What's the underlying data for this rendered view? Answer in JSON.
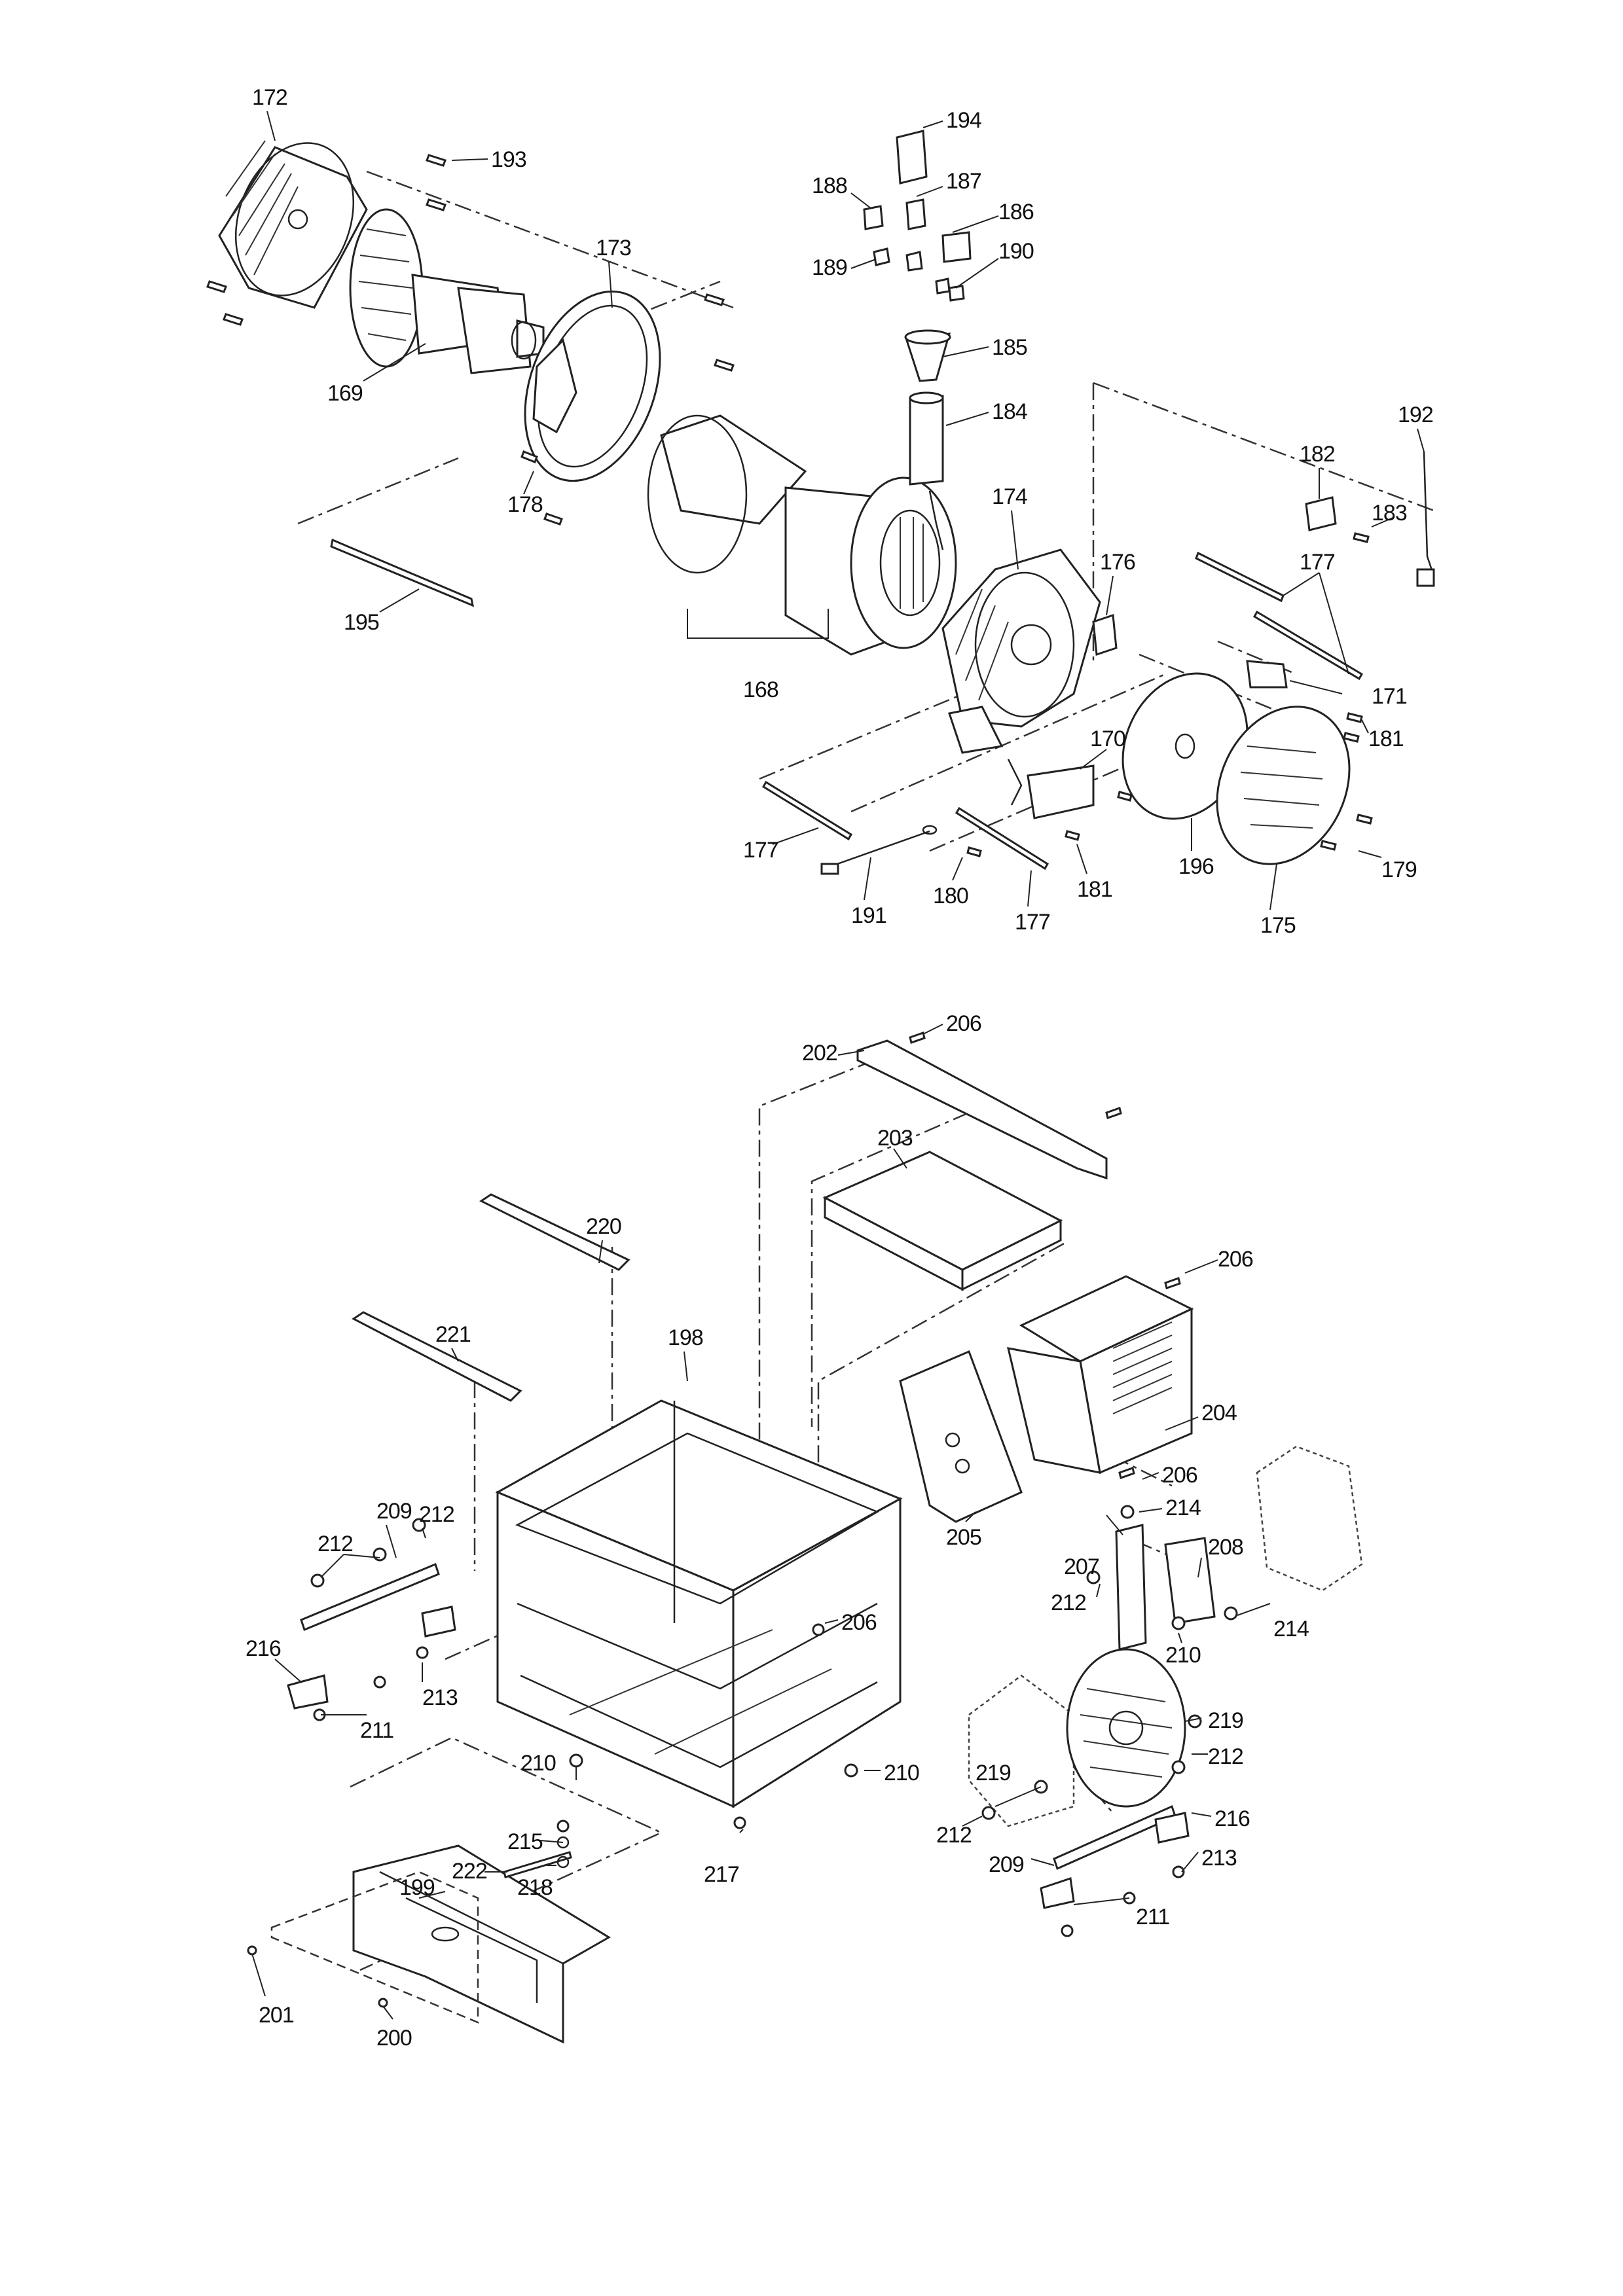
{
  "diagram": {
    "labels": [
      {
        "id": "p172",
        "text": "172"
      },
      {
        "id": "p193",
        "text": "193"
      },
      {
        "id": "p173",
        "text": "173"
      },
      {
        "id": "p169",
        "text": "169"
      },
      {
        "id": "p178",
        "text": "178"
      },
      {
        "id": "p195",
        "text": "195"
      },
      {
        "id": "p168",
        "text": "168"
      },
      {
        "id": "p194",
        "text": "194"
      },
      {
        "id": "p188",
        "text": "188"
      },
      {
        "id": "p187",
        "text": "187"
      },
      {
        "id": "p186",
        "text": "186"
      },
      {
        "id": "p189",
        "text": "189"
      },
      {
        "id": "p190",
        "text": "190"
      },
      {
        "id": "p185",
        "text": "185"
      },
      {
        "id": "p184",
        "text": "184"
      },
      {
        "id": "p192",
        "text": "192"
      },
      {
        "id": "p182",
        "text": "182"
      },
      {
        "id": "p183",
        "text": "183"
      },
      {
        "id": "p174",
        "text": "174"
      },
      {
        "id": "p176",
        "text": "176"
      },
      {
        "id": "p177a",
        "text": "177"
      },
      {
        "id": "p171",
        "text": "171"
      },
      {
        "id": "p181a",
        "text": "181"
      },
      {
        "id": "p170",
        "text": "170"
      },
      {
        "id": "p177b",
        "text": "177"
      },
      {
        "id": "p191",
        "text": "191"
      },
      {
        "id": "p180",
        "text": "180"
      },
      {
        "id": "p177c",
        "text": "177"
      },
      {
        "id": "p181b",
        "text": "181"
      },
      {
        "id": "p196",
        "text": "196"
      },
      {
        "id": "p179",
        "text": "179"
      },
      {
        "id": "p175",
        "text": "175"
      },
      {
        "id": "p206a",
        "text": "206"
      },
      {
        "id": "p202",
        "text": "202"
      },
      {
        "id": "p203",
        "text": "203"
      },
      {
        "id": "p206b",
        "text": "206"
      },
      {
        "id": "p220",
        "text": "220"
      },
      {
        "id": "p221",
        "text": "221"
      },
      {
        "id": "p198",
        "text": "198"
      },
      {
        "id": "p204",
        "text": "204"
      },
      {
        "id": "p206c",
        "text": "206"
      },
      {
        "id": "p205",
        "text": "205"
      },
      {
        "id": "p209a",
        "text": "209"
      },
      {
        "id": "p212a",
        "text": "212"
      },
      {
        "id": "p212b",
        "text": "212"
      },
      {
        "id": "p216a",
        "text": "216"
      },
      {
        "id": "p213a",
        "text": "213"
      },
      {
        "id": "p211a",
        "text": "211"
      },
      {
        "id": "p206d",
        "text": "206"
      },
      {
        "id": "p214a",
        "text": "214"
      },
      {
        "id": "p208",
        "text": "208"
      },
      {
        "id": "p207",
        "text": "207"
      },
      {
        "id": "p212c",
        "text": "212"
      },
      {
        "id": "p210a",
        "text": "210"
      },
      {
        "id": "p214b",
        "text": "214"
      },
      {
        "id": "p219a",
        "text": "219"
      },
      {
        "id": "p212d",
        "text": "212"
      },
      {
        "id": "p210b",
        "text": "210"
      },
      {
        "id": "p210c",
        "text": "210"
      },
      {
        "id": "p219b",
        "text": "219"
      },
      {
        "id": "p216b",
        "text": "216"
      },
      {
        "id": "p215",
        "text": "215"
      },
      {
        "id": "p212e",
        "text": "212"
      },
      {
        "id": "p222",
        "text": "222"
      },
      {
        "id": "p218",
        "text": "218"
      },
      {
        "id": "p217",
        "text": "217"
      },
      {
        "id": "p209b",
        "text": "209"
      },
      {
        "id": "p213b",
        "text": "213"
      },
      {
        "id": "p211b",
        "text": "211"
      },
      {
        "id": "p199",
        "text": "199"
      },
      {
        "id": "p201",
        "text": "201"
      },
      {
        "id": "p200",
        "text": "200"
      }
    ]
  }
}
